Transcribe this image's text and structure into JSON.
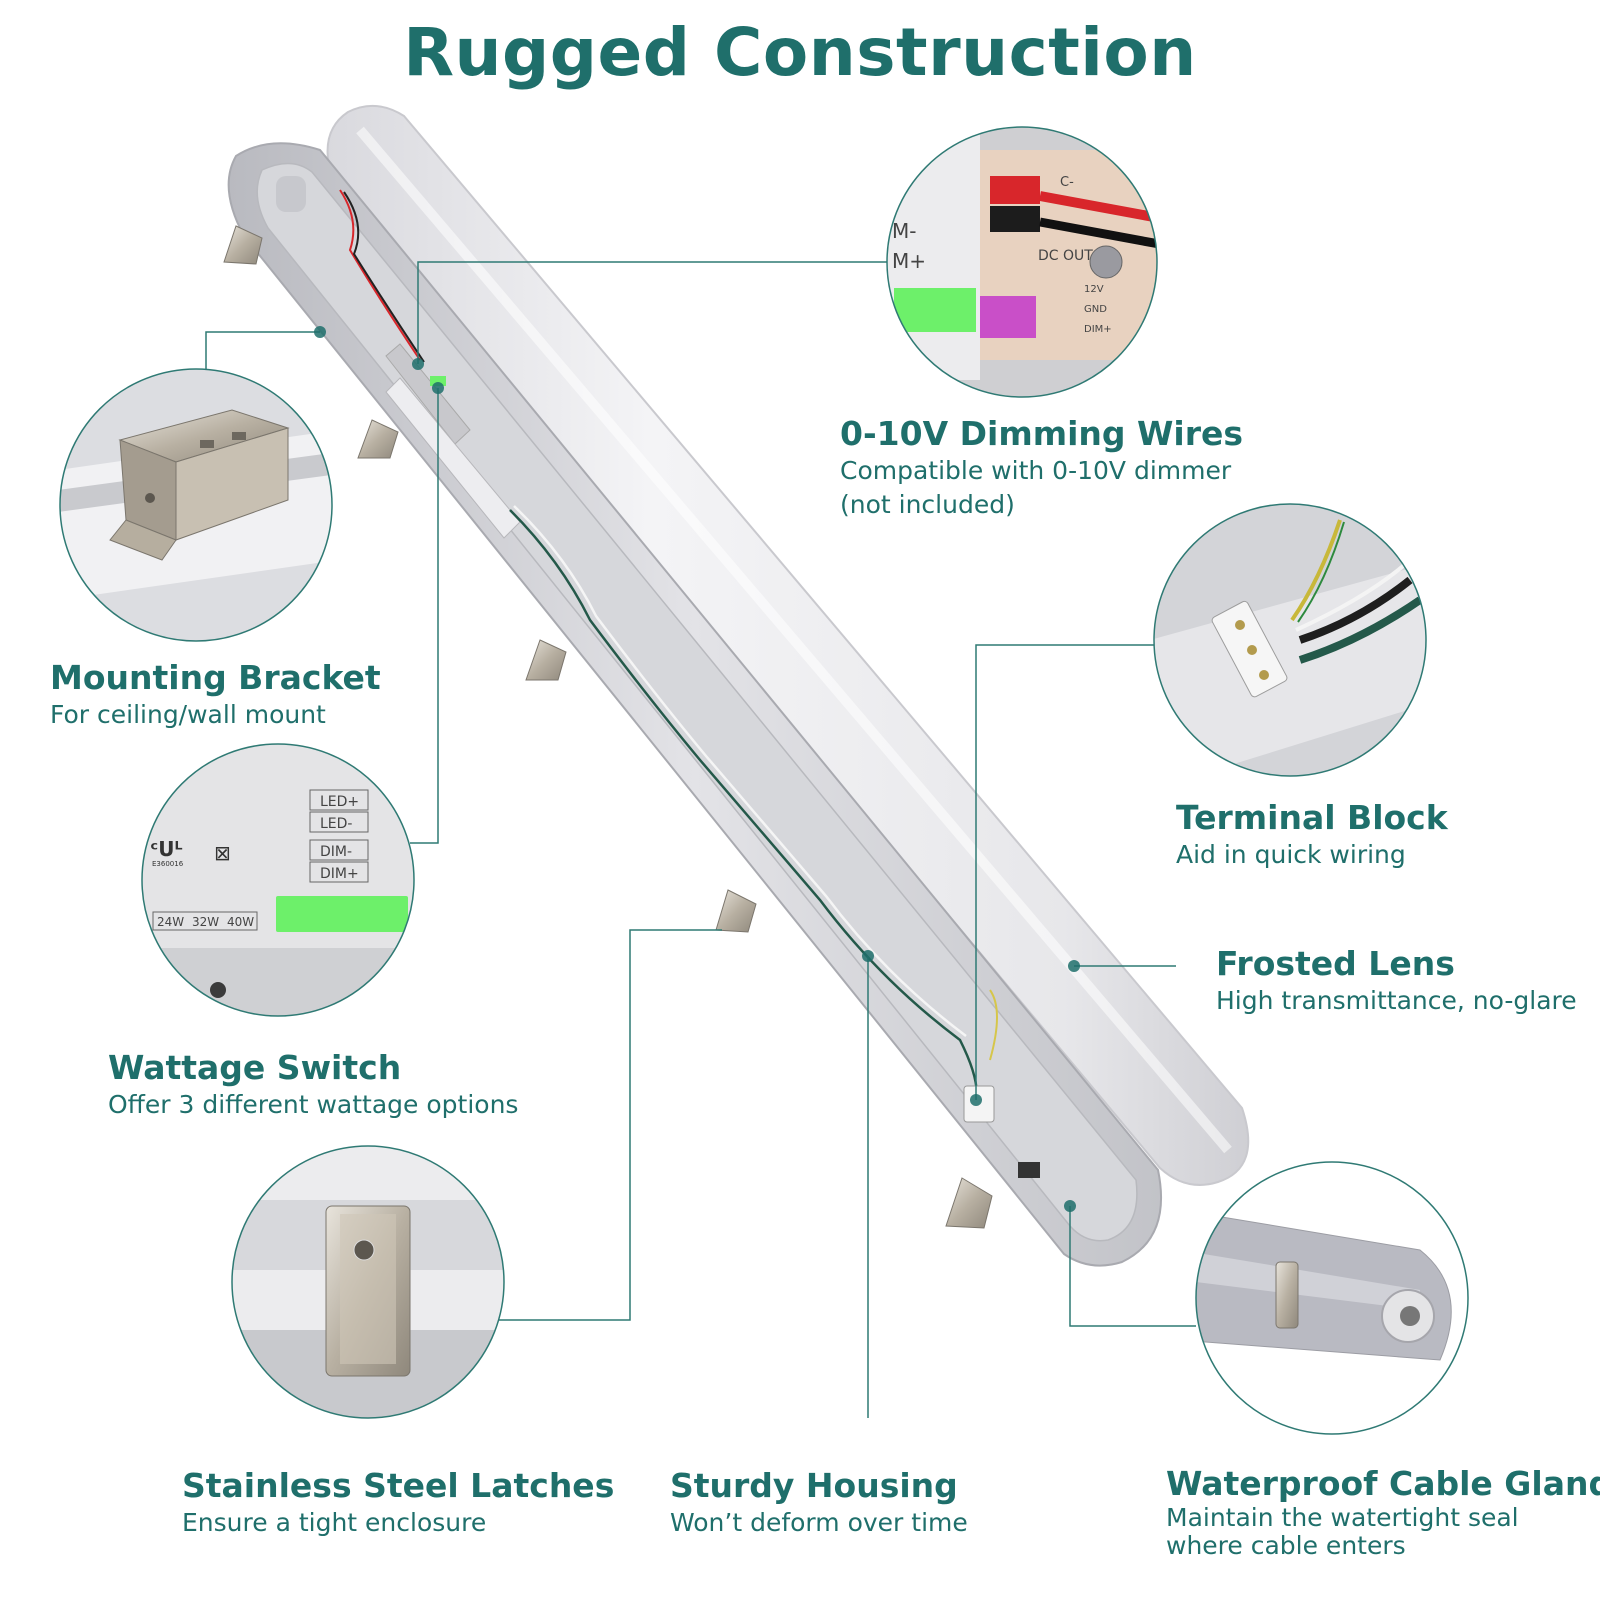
{
  "title": "Rugged Construction",
  "features": {
    "dimming": {
      "heading": "0-10V Dimming Wires",
      "line1": "Compatible with 0-10V dimmer",
      "line2": "(not included)"
    },
    "bracket": {
      "heading": "Mounting Bracket",
      "line1": "For ceiling/wall mount"
    },
    "terminal": {
      "heading": "Terminal Block",
      "line1": "Aid in quick wiring"
    },
    "lens": {
      "heading": "Frosted Lens",
      "line1": "High transmittance, no-glare"
    },
    "wattage": {
      "heading": "Wattage Switch",
      "line1": "Offer 3 different wattage options"
    },
    "latches": {
      "heading": "Stainless Steel Latches",
      "line1": "Ensure a tight enclosure"
    },
    "housing": {
      "heading": "Sturdy Housing",
      "line1": "Won’t deform over time"
    },
    "gland": {
      "heading": "Waterproof Cable Gland",
      "line1": "Maintain the watertight seal",
      "line2": "where cable enters"
    }
  },
  "driver_labels": {
    "led_plus": "LED+",
    "led_minus": "LED-",
    "dim_minus": "DIM-",
    "dim_plus": "DIM+",
    "w24": "24W",
    "w32": "32W",
    "w40": "40W",
    "cert": "E360016"
  },
  "dim_zoom_labels": {
    "m_minus": "M-",
    "m_plus": "M+",
    "dc_out": "DC OUT",
    "c_minus": "C-",
    "v12": "12V",
    "gnd": "GND",
    "dim_plus": "DIM+"
  },
  "colors": {
    "accent": "#1f6f6b",
    "leader": "#2f7a74",
    "switch_green": "#6df06a",
    "wire_red": "#d8262b",
    "wire_green": "#24594a",
    "connector_pink": "#c94fc8"
  }
}
